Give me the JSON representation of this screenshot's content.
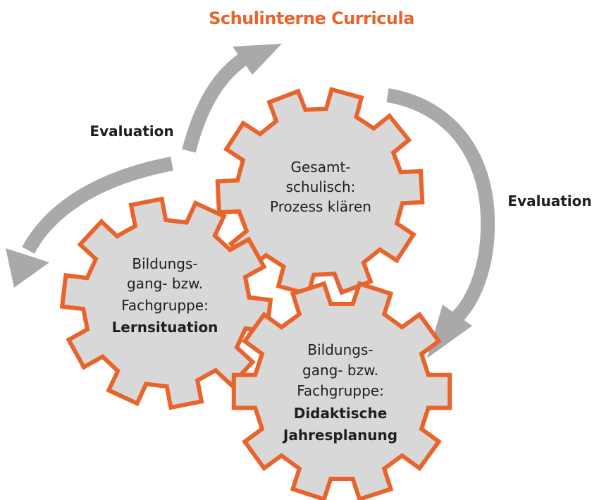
{
  "title": "Schulinterne Curricula",
  "colors": {
    "accent": "#e8642c",
    "gear_fill": "#d8d8d8",
    "arrow": "#a9a9a9",
    "text": "#1e1e1e"
  },
  "evaluation_left": "Evaluation",
  "evaluation_right": "Evaluation",
  "gears": {
    "top": {
      "line1": "Gesamt-",
      "line2": "schulisch:",
      "line3": "Prozess klären"
    },
    "left": {
      "line1": "Bildungs-",
      "line2": "gang- bzw.",
      "line3": "Fachgruppe:",
      "line4": "Lernsituation"
    },
    "bottom": {
      "line1": "Bildungs-",
      "line2": "gang- bzw.",
      "line3": "Fachgruppe:",
      "line4": "Didaktische",
      "line5": "Jahresplanung"
    }
  }
}
